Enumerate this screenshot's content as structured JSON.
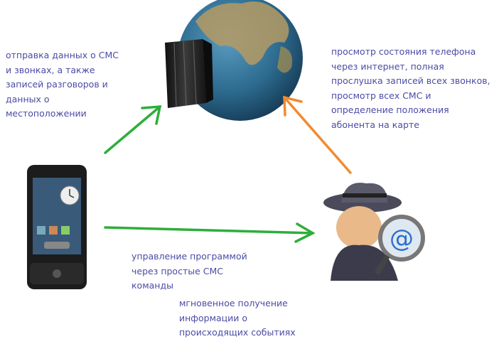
{
  "labels": {
    "phone_to_server": [
      "отправка данных о СМС",
      "и звонках, а также",
      "записей разговоров и",
      "данных о",
      "местоположении"
    ],
    "spy_to_server": [
      "просмотр состояния телефона",
      "через интернет, полная",
      "прослушка записей всех звонков,",
      "просмотр всех СМС и",
      "определение положения",
      "абонента на карте"
    ],
    "sms_control": [
      "управление программой",
      "через простые СМС",
      "команды"
    ],
    "instant_info": [
      "мгновенное получение",
      "информации о",
      "происходящих событиях"
    ]
  },
  "colors": {
    "text": "#4b4ba6",
    "green_arrow": "#2eae3a",
    "orange_arrow": "#f28a2e"
  }
}
